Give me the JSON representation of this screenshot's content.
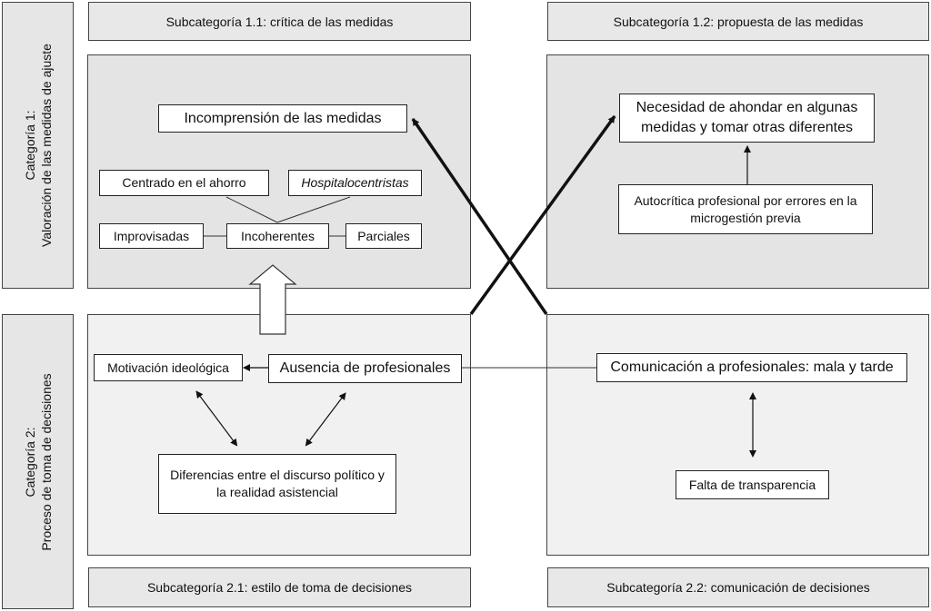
{
  "headers": {
    "sub_1_1": "Subcategoría 1.1: crítica de las medidas",
    "sub_1_2": "Subcategoría 1.2: propuesta de las medidas",
    "sub_2_1": "Subcategoría 2.1: estilo de toma de decisiones",
    "sub_2_2": "Subcategoría 2.2: comunicación de decisiones"
  },
  "categories": {
    "cat1_line1": "Categoría 1:",
    "cat1_line2": "Valoración de las medidas de ajuste",
    "cat2_line1": "Categoría 2:",
    "cat2_line2": "Proceso de toma de decisiones"
  },
  "panel_1_1": {
    "incomprension": "Incomprensión de las medidas",
    "centrado": "Centrado en el ahorro",
    "hospitalocentristas": "Hospitalocentristas",
    "improvisadas": "Improvisadas",
    "incoherentes": "Incoherentes",
    "parciales": "Parciales"
  },
  "panel_1_2": {
    "necesidad": "Necesidad de ahondar en algunas medidas y tomar otras diferentes",
    "autocritica": "Autocrítica profesional por errores en la microgestión previa"
  },
  "panel_2_1": {
    "motivacion": "Motivación ideológica",
    "ausencia": "Ausencia de profesionales",
    "diferencias": "Diferencias entre el discurso político y la realidad asistencial"
  },
  "panel_2_2": {
    "comunicacion": "Comunicación a profesionales: mala y tarde",
    "transparencia": "Falta de transparencia"
  }
}
